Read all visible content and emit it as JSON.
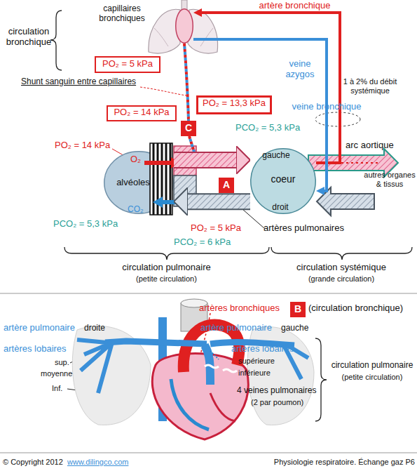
{
  "diagram": {
    "nodes": [
      {
        "text": [
          "capillaires bronchiques"
        ]
      },
      {
        "text": [
          "PO₂ = 5 kPa"
        ]
      },
      {
        "text": [
          "PO₂ = 14 kPa"
        ]
      },
      {
        "text": [
          "PO₂ = 13,3 kPa"
        ]
      },
      {
        "text": [
          "C"
        ]
      },
      {
        "text": [
          "alvéoles"
        ]
      },
      {
        "text": [
          "gauche",
          "coeur",
          "droit"
        ]
      },
      {
        "text": [
          "A"
        ]
      },
      {
        "text": [
          "B"
        ]
      }
    ],
    "edges": [
      {
        "from": 6,
        "to": 5,
        "arrow": "to"
      },
      {
        "from": 5,
        "to": 6,
        "arrow": "to"
      },
      {
        "from": 6,
        "to": 0,
        "label": "artère bronchique",
        "arrow": "to"
      },
      {
        "from": 0,
        "to": 6,
        "label": "veine bronchique",
        "arrow": "to"
      }
    ],
    "labels": [
      "circulation bronchique",
      "veine azygos",
      "Shunt sanguin entre capillaires",
      "1 à 2% du débit systémique",
      "PCO₂ = 5,3 kPa",
      "arc aortique",
      "PO₂ = 14 kPa",
      "O₂",
      "CO₂",
      "autres organes & tissus",
      "artères pulmonaires",
      "PCO₂ = 5,3 kPa",
      "PO₂ = 5 kPa",
      "PCO₂ = 6 kPa",
      "circulation pulmonaire",
      "(petite circulation)",
      "circulation systémique",
      "(grande circulation)",
      "artères bronchiques",
      "(circulation bronchique)",
      "artère pulmonaire",
      "droite",
      "artères lobaires",
      "sup.",
      "moyenne",
      "Inf.",
      "artère pulmonaire",
      "gauche",
      "artères lobaires",
      "supérieure",
      "inférieure",
      "4 veines pulmonaires",
      "(2 par poumon)",
      "circulation pulmonaire",
      "(petite circulation)",
      "© Copyright 2012",
      "www.dilingco.com",
      "Physiologie respiratoire. Échange gaz P6"
    ]
  }
}
